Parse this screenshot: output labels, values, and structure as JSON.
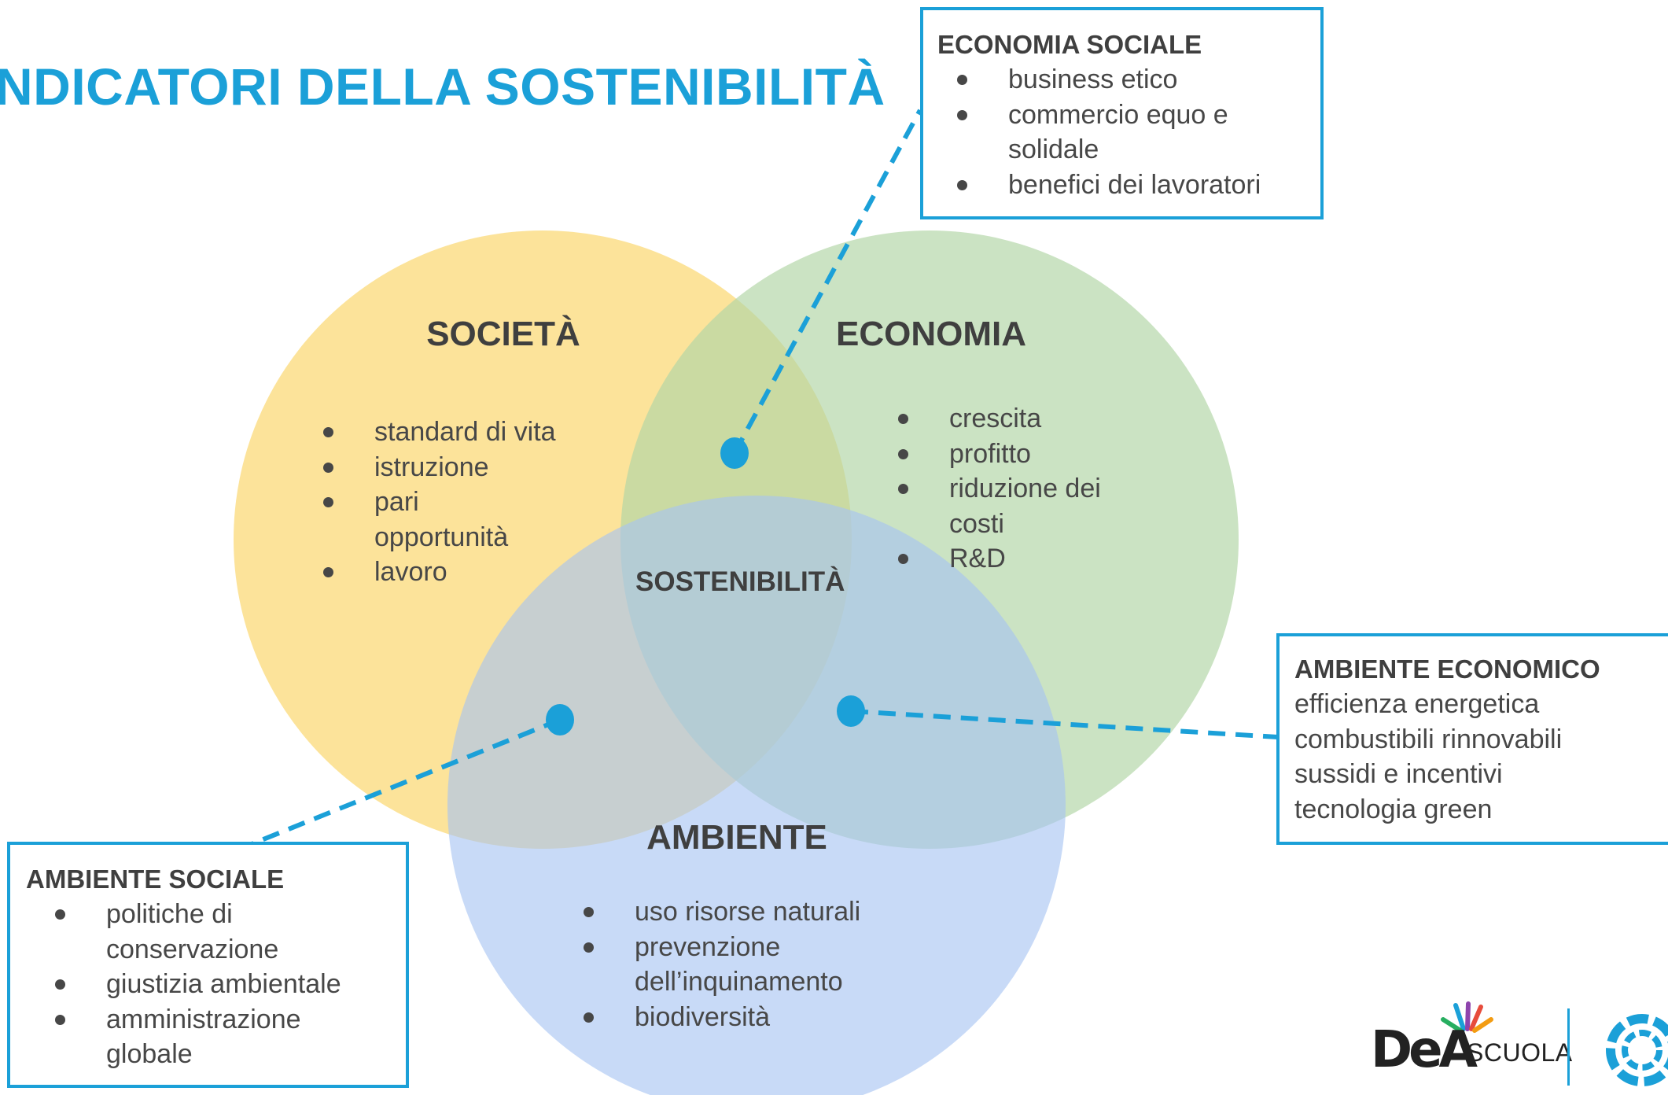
{
  "title": "NDICATORI DELLA SOSTENIBILITÀ",
  "colors": {
    "accent": "#1ba0d8",
    "societa_circle": "#fbd56a",
    "economia_circle": "#b3d6a6",
    "ambiente_circle": "#a7c3f2"
  },
  "circles": {
    "societa": {
      "title": "SOCIETÀ",
      "items": [
        "standard di vita",
        "istruzione",
        "pari opportunità",
        "lavoro"
      ]
    },
    "economia": {
      "title": "ECONOMIA",
      "items": [
        "crescita",
        "profitto",
        "riduzione dei costi",
        "R&D"
      ]
    },
    "ambiente": {
      "title": "AMBIENTE",
      "items": [
        "uso risorse naturali",
        "prevenzione dell’inquinamento",
        "biodiversità"
      ]
    }
  },
  "center_label": "SOSTENIBILITÀ",
  "callouts": {
    "economia_sociale": {
      "title": "ECONOMIA SOCIALE",
      "items": [
        "business etico",
        "commercio equo e solidale",
        "benefici dei lavoratori"
      ]
    },
    "ambiente_economico": {
      "title": "AMBIENTE ECONOMICO",
      "lines": [
        "efficienza energetica",
        "combustibili rinnovabili",
        "sussidi e incentivi",
        "tecnologia green"
      ]
    },
    "ambiente_sociale": {
      "title": "AMBIENTE SOCIALE",
      "items": [
        "politiche di conservazione",
        "giustizia ambientale",
        "amministrazione globale"
      ]
    }
  },
  "logos": {
    "dea": "DeA",
    "scuola": "SCUOLA"
  },
  "icons": [
    "dea-scuola-logo",
    "globe-logo"
  ]
}
